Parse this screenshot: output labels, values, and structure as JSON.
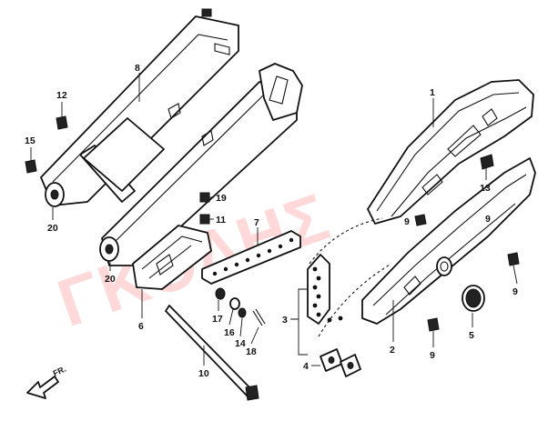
{
  "diagram": {
    "watermark": "ΓΚΟΛΗΣ",
    "direction_label": "FR.",
    "callouts": {
      "c1": "1",
      "c2": "2",
      "c3": "3",
      "c4": "4",
      "c5": "5",
      "c6": "6",
      "c7": "7",
      "c8": "8",
      "c9a": "9",
      "c9b": "9",
      "c9c": "9",
      "c9d": "9",
      "c10": "10",
      "c11": "11",
      "c12": "12",
      "c13": "13",
      "c14": "14",
      "c15": "15",
      "c16": "16",
      "c17": "17",
      "c18": "18",
      "c19": "19",
      "c20a": "20",
      "c20b": "20"
    }
  }
}
